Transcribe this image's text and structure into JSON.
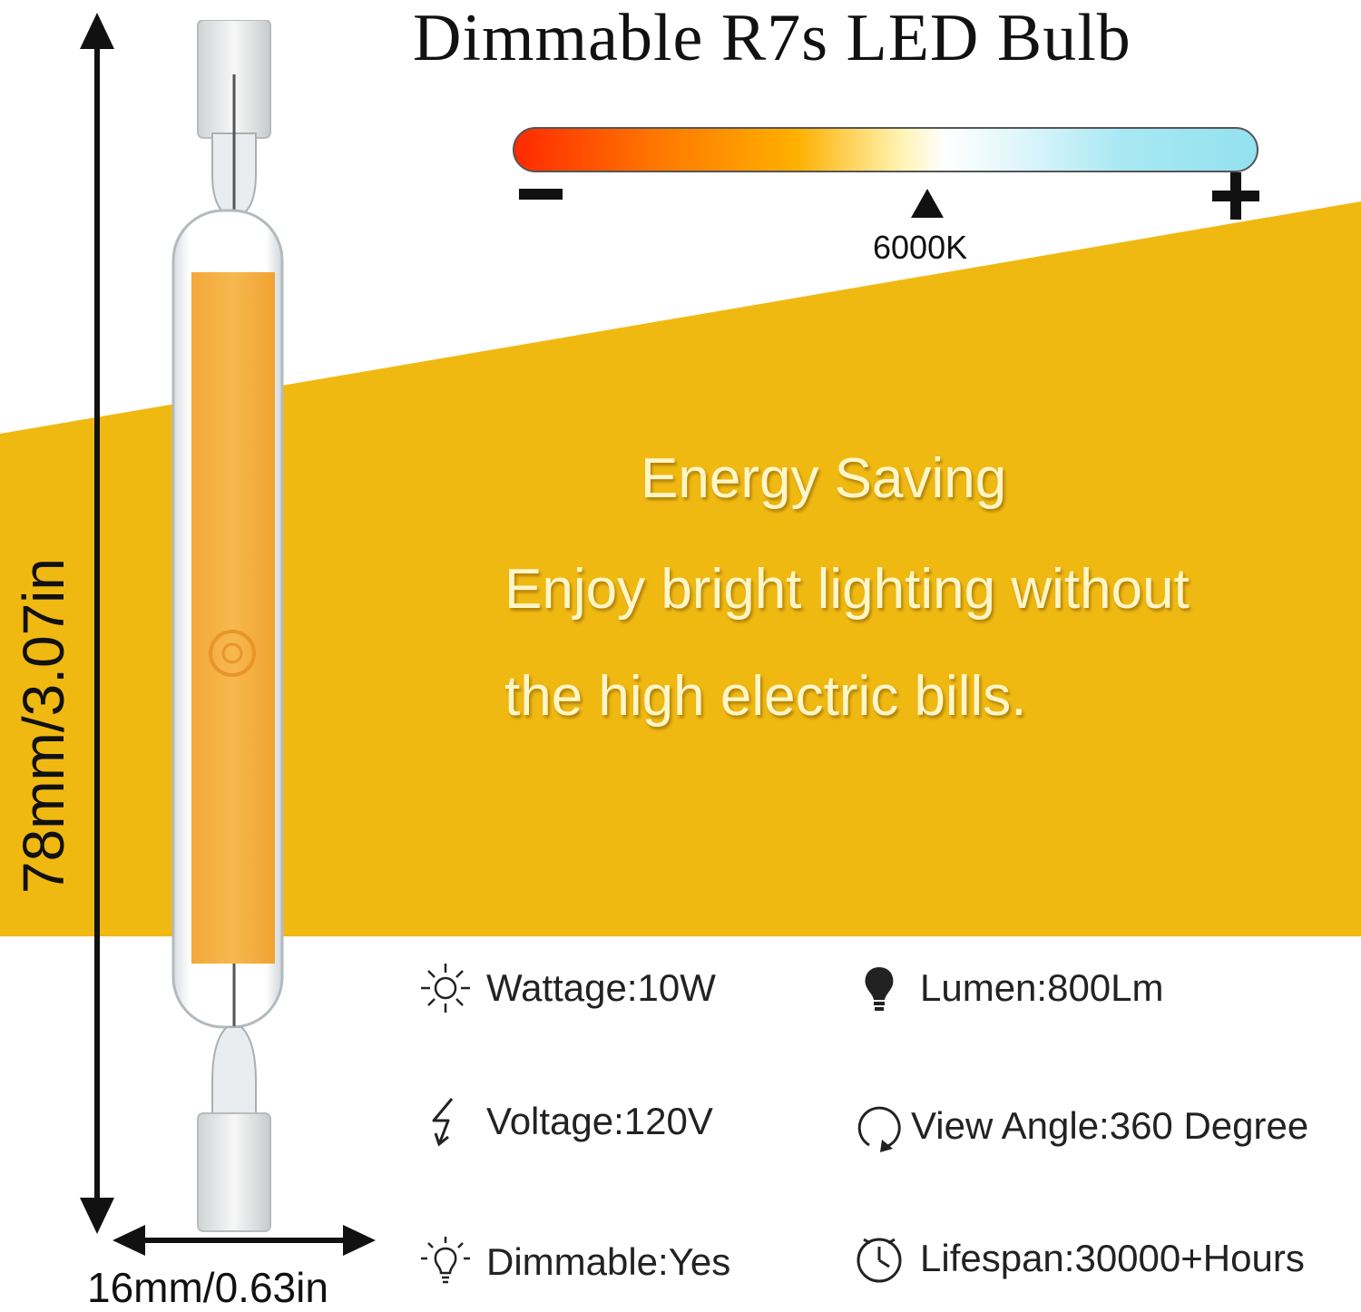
{
  "title": "Dimmable R7s LED Bulb",
  "color_scale": {
    "minus_label": "−",
    "plus_label": "+",
    "kelvin": "6000K"
  },
  "feature": {
    "heading": "Energy Saving",
    "line1": "Enjoy bright lighting without",
    "line2": "the high electric bills."
  },
  "dimensions": {
    "height": "78mm/3.07in",
    "width": "16mm/0.63in"
  },
  "specs": {
    "wattage": {
      "text": "Wattage:10W",
      "icon": "sun-icon"
    },
    "lumen": {
      "text": "Lumen:800Lm",
      "icon": "bulb-icon"
    },
    "voltage": {
      "text": "Voltage:120V",
      "icon": "lightning-icon"
    },
    "view_angle": {
      "text": "View Angle:360 Degree",
      "icon": "rotate-icon"
    },
    "dimmable": {
      "text": "Dimmable:Yes",
      "icon": "idea-bulb-icon"
    },
    "lifespan": {
      "text": "Lifespan:30000+Hours",
      "icon": "clock-icon"
    }
  },
  "colors": {
    "band": "#f0b912",
    "bulb_core": "#f5b042",
    "text_dark": "#111111",
    "feature_text": "#fff6c8"
  }
}
